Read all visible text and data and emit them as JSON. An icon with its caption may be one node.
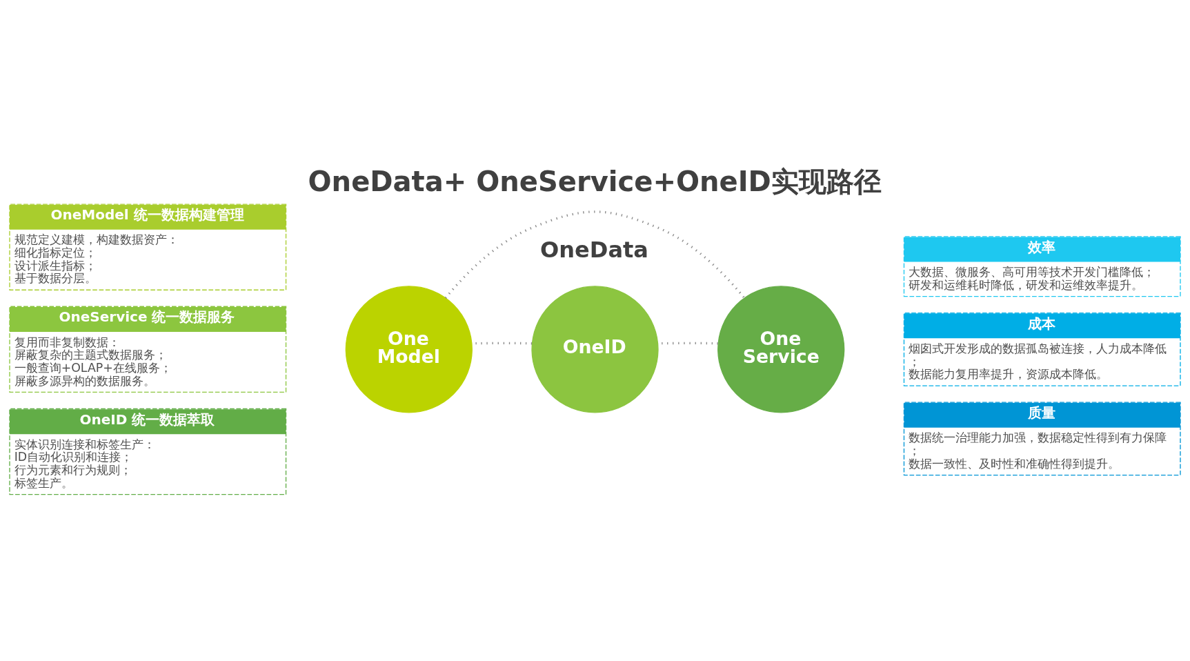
{
  "diagram": {
    "title": "OneData+ OneService+OneID实现路径",
    "nodes": [
      {
        "text": [
          "OneModel 统一数据构建管理",
          "规范定义建模，构建数据资产：",
          "细化指标定位；",
          "设计派生指标；",
          "基于数据分层。"
        ]
      },
      {
        "text": [
          "OneService 统一数据服务",
          "复用而非复制数据：",
          "屏蔽复杂的主题式数据服务；",
          "一般查询+OLAP+在线服务；",
          "屏蔽多源异构的数据服务。"
        ]
      },
      {
        "text": [
          "OneID 统一数据萃取",
          "实体识别连接和标签生产：",
          "ID自动化识别和连接；",
          "行为元素和行为规则；",
          "标签生产。"
        ]
      },
      {
        "text": [
          "One Model"
        ]
      },
      {
        "text": [
          "One Service"
        ]
      },
      {
        "text": [
          "OneID"
        ]
      },
      {
        "text": [
          "效率",
          "大数据、微服务、高可用等技术开发门槛降低；",
          "研发和运维耗时降低，研发和运维效率提升。"
        ]
      },
      {
        "text": [
          "成本",
          "烟囱式开发形成的数据孤岛被连接，人力成本降低；",
          "数据能力复用率提升，资源成本降低。"
        ]
      },
      {
        "text": [
          "质量",
          "数据统一治理能力加强，数据稳定性得到有力保障；",
          "数据一致性、及时性和准确性得到提升。"
        ]
      }
    ],
    "edges": [
      {
        "from": 3,
        "to": 4,
        "arrow": "none",
        "style": "dashed"
      },
      {
        "from": 4,
        "to": 5,
        "arrow": "none",
        "style": "dashed"
      },
      {
        "from": 5,
        "to": 3,
        "arrow": "none",
        "style": "dashed"
      }
    ],
    "labels": [
      "OneData"
    ]
  }
}
